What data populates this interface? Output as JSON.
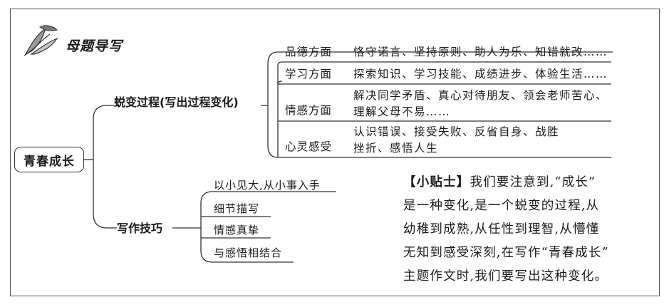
{
  "heading": "母题导写",
  "root": "青春成长",
  "branch_change": {
    "label": "蜕变过程(写出过程变化)",
    "items": [
      {
        "category": "品德方面",
        "detail": [
          "恪守诺言、坚持原则、助人为乐、知错就改……"
        ]
      },
      {
        "category": "学习方面",
        "detail": [
          "探索知识、学习技能、成绩进步、体验生活……"
        ]
      },
      {
        "category": "情感方面",
        "detail": [
          "解决同学矛盾、真心对待朋友、领会老师苦心、",
          "理解父母不易……"
        ]
      },
      {
        "category": "心灵感受",
        "detail": [
          "认识错误、接受失败、反省自身、战胜",
          "挫折、感悟人生"
        ]
      }
    ]
  },
  "branch_skill": {
    "label": "写作技巧",
    "items": [
      "以小见大,从小事入手",
      "细节描写",
      "情感真挚",
      "与感悟相结合"
    ]
  },
  "tip": {
    "label": "【小贴士】",
    "lines": [
      "我们要注意到,“成长”",
      "是一种变化,是一个蜕变的过程,从",
      "幼稚到成熟,从任性到理智,从懵懂",
      "无知到感受深刻,在写作“青春成长”",
      "主题作文时,我们要写出这种变化。"
    ]
  }
}
